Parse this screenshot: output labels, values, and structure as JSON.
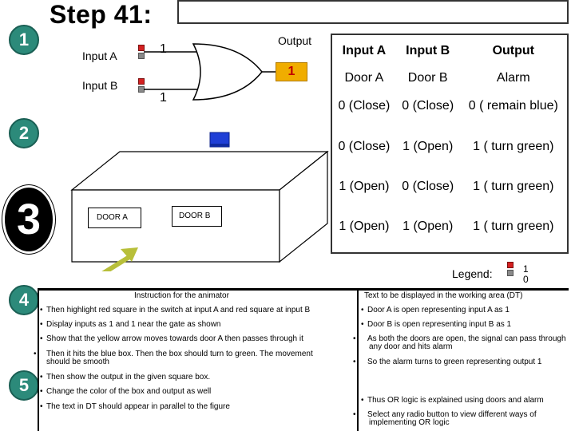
{
  "step_numbers": {
    "n1": "1",
    "n2": "2",
    "n3": "3",
    "n4": "4",
    "n5": "5"
  },
  "title": "Step 41:",
  "colors": {
    "accent_green": "#2c8a7a",
    "output_box": "#f0ad00",
    "switch_on": "#d42020",
    "blue_box": "#1f3fd6"
  },
  "circuit": {
    "input_a_label": "Input A",
    "input_b_label": "Input B",
    "input_a_value": "1",
    "input_b_value": "1",
    "output_label": "Output",
    "output_value": "1"
  },
  "scene": {
    "door_a_label": "DOOR A",
    "door_b_label": "DOOR B"
  },
  "truth_table": {
    "headers": [
      "Input A",
      "Input B",
      "Output"
    ],
    "rows": [
      [
        "Door A",
        "Door B",
        "Alarm"
      ],
      [
        "0 (Close)",
        "0 (Close)",
        "0 ( remain blue)"
      ],
      [
        "0 (Close)",
        "1 (Open)",
        "1 ( turn green)"
      ],
      [
        "1 (Open)",
        "0 (Close)",
        "1 ( turn green)"
      ],
      [
        "1 (Open)",
        "1 (Open)",
        "1 ( turn green)"
      ]
    ]
  },
  "legend": {
    "label": "Legend:",
    "one": "1",
    "zero": "0"
  },
  "instructions": {
    "left_header": "Instruction for the animator",
    "right_header": "Text to be displayed in the working area (DT)",
    "left_items": [
      "Then highlight red square in the switch at input A and red square at input B",
      "Display inputs as 1 and 1 near the gate as shown",
      "Show that the yellow arrow moves towards door A then passes through it",
      "Then it hits the blue box. Then the box should turn to green. The movement should be smooth",
      "Then show the output in the given square box.",
      "Change the color of the box and output as well",
      "The text in DT should appear in parallel to the figure"
    ],
    "right_items": [
      "Door A is open representing input A as 1",
      "Door B is open representing input B as 1",
      "As both the doors are open, the signal can pass through any door and hits alarm",
      "So the alarm turns to green representing output 1",
      "Thus OR logic is explained using doors and alarm",
      "Select any radio button to view different ways of implementing OR logic"
    ]
  }
}
